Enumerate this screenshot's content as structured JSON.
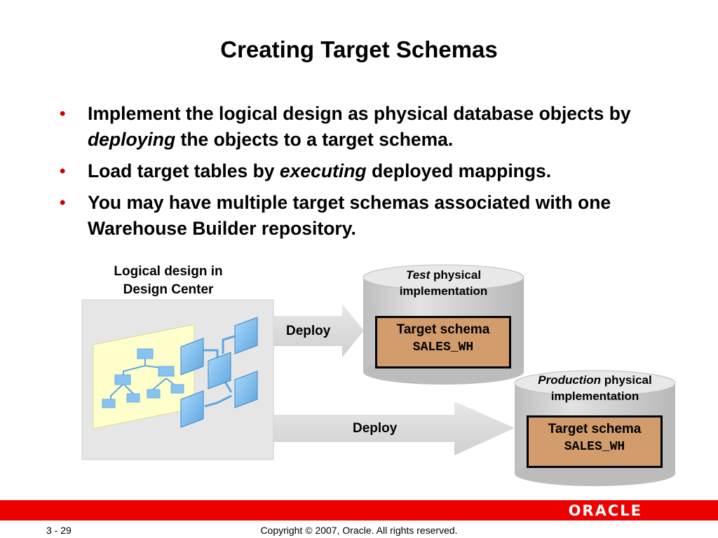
{
  "slide": {
    "title": "Creating Target Schemas",
    "bullets": [
      {
        "before": "Implement the logical design as physical database objects by ",
        "em": "deploying",
        "after": " the objects to a target schema."
      },
      {
        "before": "Load target tables by ",
        "em": "executing",
        "after": " deployed mappings."
      },
      {
        "before": "You may have multiple target schemas associated with one Warehouse Builder repository.",
        "em": "",
        "after": ""
      }
    ]
  },
  "diagram": {
    "logical_label_line1": "Logical design in",
    "logical_label_line2": "Design Center",
    "deploy1": "Deploy",
    "deploy2": "Deploy",
    "test": {
      "em": "Test",
      "rest": " physical",
      "line2": "implementation",
      "schema_label": "Target schema",
      "schema_name": "SALES_WH"
    },
    "production": {
      "em": "Production",
      "rest": " physical",
      "line2": "implementation",
      "schema_label": "Target schema",
      "schema_name": "SALES_WH"
    }
  },
  "footer": {
    "page": "3 - 29",
    "copyright": "Copyright © 2007, Oracle. All rights reserved.",
    "logo": "ORACLE"
  },
  "colors": {
    "footer_bar": "#ee0000",
    "bullet": "#cc0000",
    "schema_box": "#d29c6c",
    "arrow": "#d8d8d8",
    "cylinder": "#d4d4d4",
    "panel": "#e6e6e6",
    "logical_sheet": "#ffffcc",
    "node": "#87c3f0"
  }
}
